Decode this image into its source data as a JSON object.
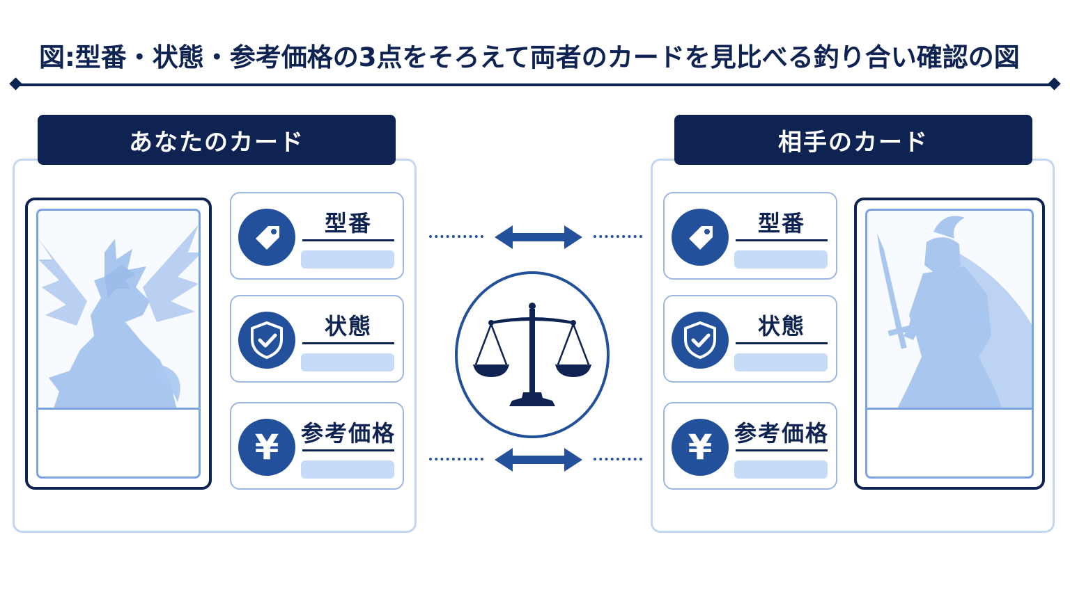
{
  "title": "図:型番・状態・参考価格の3点をそろえて両者のカードを見比べる釣り合い確認の図",
  "left_side": {
    "header": "あなたのカード",
    "card_art_icon": "dragon-icon",
    "attributes": [
      {
        "label": "型番",
        "icon": "tag-icon"
      },
      {
        "label": "状態",
        "icon": "shield-check-icon"
      },
      {
        "label": "参考価格",
        "icon": "yen-icon",
        "symbol": "¥"
      }
    ]
  },
  "right_side": {
    "header": "相手のカード",
    "card_art_icon": "knight-icon",
    "attributes": [
      {
        "label": "型番",
        "icon": "tag-icon"
      },
      {
        "label": "状態",
        "icon": "shield-check-icon"
      },
      {
        "label": "参考価格",
        "icon": "yen-icon",
        "symbol": "¥"
      }
    ]
  },
  "center_icon": "balance-scale-icon",
  "colors": {
    "navy": "#0f2352",
    "blue": "#22509a",
    "light_blue": "#c6dbf7",
    "border_blue": "#c3d6f3"
  }
}
